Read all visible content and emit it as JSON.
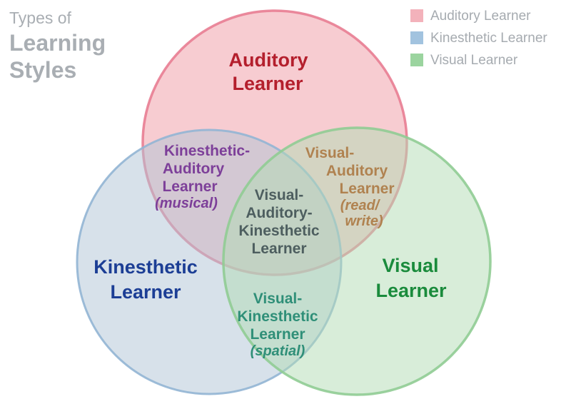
{
  "title": {
    "subtitle": "Types of",
    "main_line1": "Learning",
    "main_line2": "Styles"
  },
  "legend": {
    "items": [
      {
        "label": "Auditory Learner",
        "swatch_color": "#f3b2bb"
      },
      {
        "label": "Kinesthetic Learner",
        "swatch_color": "#a2c3df"
      },
      {
        "label": "Visual Learner",
        "swatch_color": "#9bd49f"
      }
    ]
  },
  "diagram": {
    "type": "venn",
    "sets": [
      {
        "name": "Auditory Learner",
        "fill": "#f7ccd1",
        "stroke": "#e87d92",
        "text_color": "#b41f2d"
      },
      {
        "name": "Kinesthetic Learner",
        "fill": "#d7e1ea",
        "stroke": "#92b5d4",
        "text_color": "#1c3e95"
      },
      {
        "name": "Visual Learner",
        "fill": "#d8edd9",
        "stroke": "#90cc94",
        "text_color": "#1a8b3c"
      }
    ],
    "intersections": [
      {
        "name": "Kinesthetic-Auditory Learner",
        "note": "(musical)",
        "text_color": "#7d3f99"
      },
      {
        "name": "Visual-Auditory Learner",
        "note": "(read/write)",
        "text_color": "#b08250"
      },
      {
        "name": "Visual-Kinesthetic Learner",
        "note": "(spatial)",
        "text_color": "#2f8f78"
      },
      {
        "name": "Visual-Auditory-Kinesthetic Learner",
        "note": "",
        "text_color": "#4d5e5f"
      }
    ]
  },
  "labels": {
    "auditory": {
      "line0": "Auditory",
      "line1": "Learner"
    },
    "kinesthetic": {
      "line0": "Kinesthetic",
      "line1": "Learner"
    },
    "visual": {
      "line0": "Visual",
      "line1": "Learner"
    },
    "kinesthetic_auditory": {
      "line0": "Kinesthetic-",
      "line1": "Auditory",
      "line2": "Learner",
      "note": "(musical)"
    },
    "visual_auditory": {
      "line0": "Visual-",
      "line1": "Auditory",
      "line2": "Learner",
      "note0": "(read/",
      "note1": "write)"
    },
    "visual_auditory_kinesthetic": {
      "line0": "Visual-",
      "line1": "Auditory-",
      "line2": "Kinesthetic",
      "line3": "Learner"
    },
    "visual_kinesthetic": {
      "line0": "Visual-",
      "line1": "Kinesthetic",
      "line2": "Learner",
      "note": "(spatial)"
    }
  }
}
